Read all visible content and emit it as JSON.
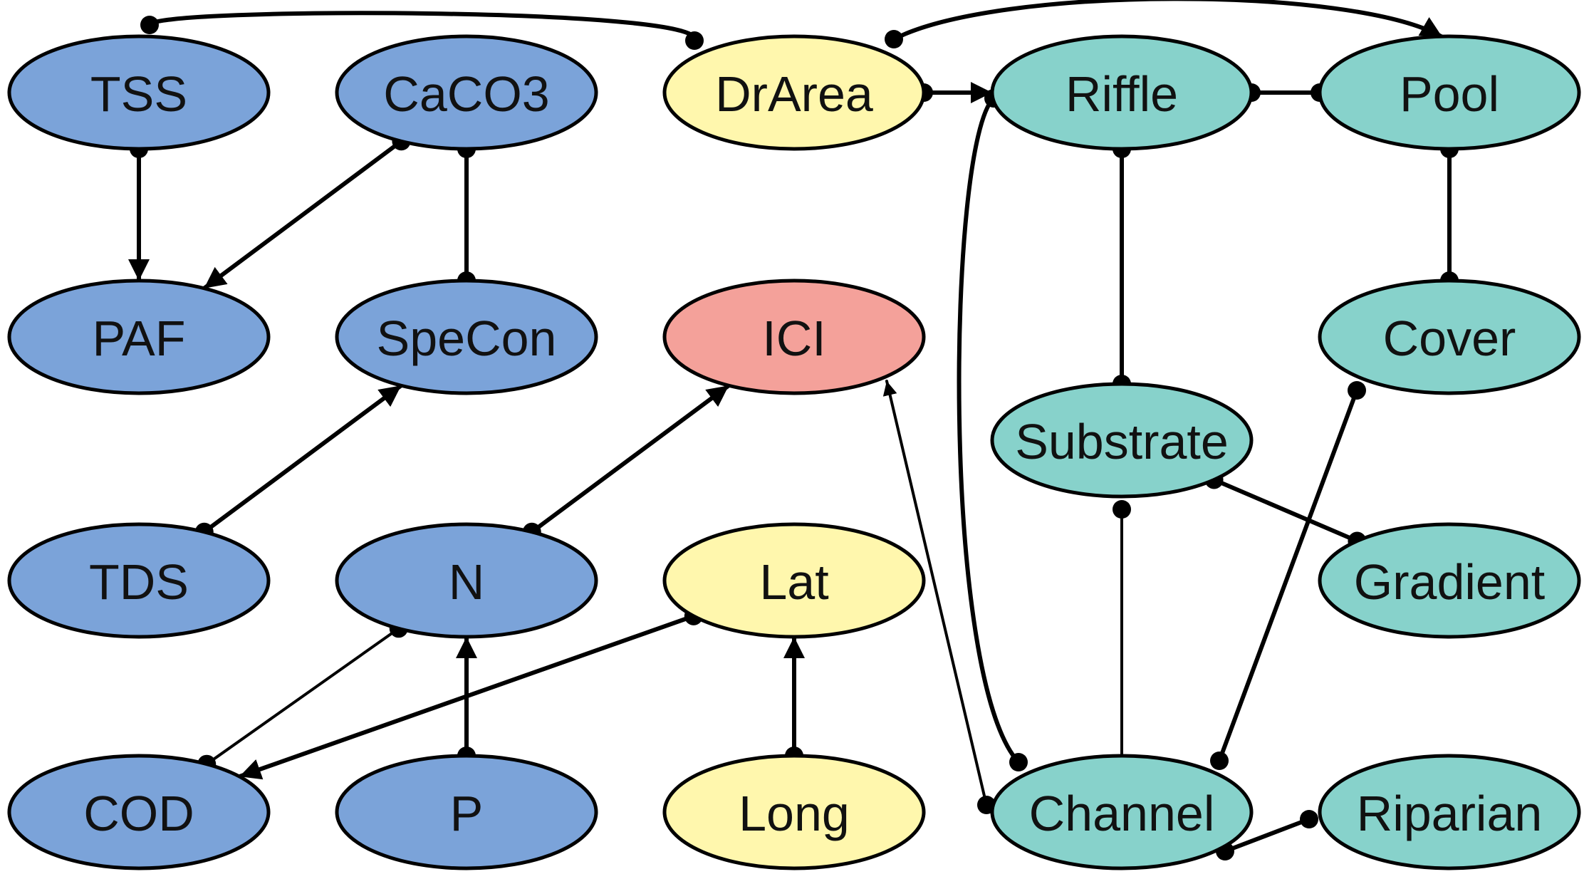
{
  "colors": {
    "blue": "#7ba3d9",
    "yellow": "#fff7ad",
    "red": "#f4a19a",
    "teal": "#87d2cb",
    "outline": "#000000"
  },
  "nodes": [
    {
      "id": "TSS",
      "label": "TSS",
      "color": "blue"
    },
    {
      "id": "CaCO3",
      "label": "CaCO3",
      "color": "blue"
    },
    {
      "id": "DrArea",
      "label": "DrArea",
      "color": "yellow"
    },
    {
      "id": "Riffle",
      "label": "Riffle",
      "color": "teal"
    },
    {
      "id": "Pool",
      "label": "Pool",
      "color": "teal"
    },
    {
      "id": "PAF",
      "label": "PAF",
      "color": "blue"
    },
    {
      "id": "SpeCon",
      "label": "SpeCon",
      "color": "blue"
    },
    {
      "id": "ICI",
      "label": "ICI",
      "color": "red"
    },
    {
      "id": "Cover",
      "label": "Cover",
      "color": "teal"
    },
    {
      "id": "Substrate",
      "label": "Substrate",
      "color": "teal"
    },
    {
      "id": "TDS",
      "label": "TDS",
      "color": "blue"
    },
    {
      "id": "N",
      "label": "N",
      "color": "blue"
    },
    {
      "id": "Lat",
      "label": "Lat",
      "color": "yellow"
    },
    {
      "id": "Gradient",
      "label": "Gradient",
      "color": "teal"
    },
    {
      "id": "COD",
      "label": "COD",
      "color": "blue"
    },
    {
      "id": "P",
      "label": "P",
      "color": "blue"
    },
    {
      "id": "Long",
      "label": "Long",
      "color": "yellow"
    },
    {
      "id": "Channel",
      "label": "Channel",
      "color": "teal"
    },
    {
      "id": "Riparian",
      "label": "Riparian",
      "color": "teal"
    }
  ],
  "edges": [
    {
      "from": "TSS",
      "to": "PAF",
      "from_mark": "dot",
      "to_mark": "arrow"
    },
    {
      "from": "CaCO3",
      "to": "PAF",
      "from_mark": "dot",
      "to_mark": "arrow"
    },
    {
      "from": "CaCO3",
      "to": "SpeCon",
      "from_mark": "dot",
      "to_mark": "dot"
    },
    {
      "from": "TSS",
      "to": "DrArea",
      "from_mark": "dot",
      "to_mark": "dot"
    },
    {
      "from": "DrArea",
      "to": "Pool",
      "from_mark": "dot",
      "to_mark": "arrow"
    },
    {
      "from": "DrArea",
      "to": "Riffle",
      "from_mark": "dot",
      "to_mark": "arrow"
    },
    {
      "from": "Riffle",
      "to": "Pool",
      "from_mark": "dot",
      "to_mark": "dot"
    },
    {
      "from": "Riffle",
      "to": "Substrate",
      "from_mark": "dot",
      "to_mark": "dot"
    },
    {
      "from": "Pool",
      "to": "Cover",
      "from_mark": "dot",
      "to_mark": "dot"
    },
    {
      "from": "Riffle",
      "to": "Channel",
      "from_mark": "dot",
      "to_mark": "dot"
    },
    {
      "from": "TDS",
      "to": "SpeCon",
      "from_mark": "dot",
      "to_mark": "arrow"
    },
    {
      "from": "N",
      "to": "ICI",
      "from_mark": "dot",
      "to_mark": "arrow"
    },
    {
      "from": "Channel",
      "to": "ICI",
      "from_mark": "dot",
      "to_mark": "arrow"
    },
    {
      "from": "Substrate",
      "to": "Gradient",
      "from_mark": "dot",
      "to_mark": "dot"
    },
    {
      "from": "Substrate",
      "to": "Channel",
      "from_mark": "dot",
      "to_mark": "none"
    },
    {
      "from": "Cover",
      "to": "Channel",
      "from_mark": "dot",
      "to_mark": "dot"
    },
    {
      "from": "COD",
      "to": "N",
      "from_mark": "dot",
      "to_mark": "dot"
    },
    {
      "from": "Lat",
      "to": "COD",
      "from_mark": "dot",
      "to_mark": "arrow"
    },
    {
      "from": "P",
      "to": "N",
      "from_mark": "dot",
      "to_mark": "arrow"
    },
    {
      "from": "Long",
      "to": "Lat",
      "from_mark": "dot",
      "to_mark": "arrow"
    },
    {
      "from": "Channel",
      "to": "Riparian",
      "from_mark": "dot",
      "to_mark": "dot"
    }
  ]
}
